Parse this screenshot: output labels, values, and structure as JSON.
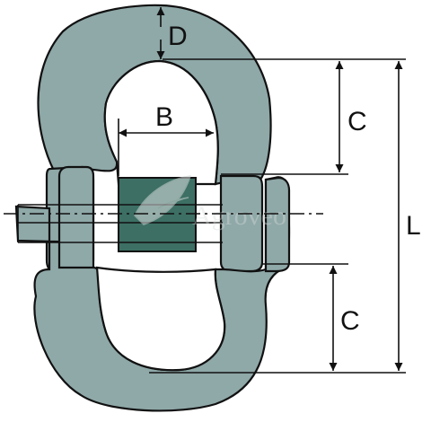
{
  "diagram": {
    "labels": {
      "d": "D",
      "b": "B",
      "c_upper": "C",
      "c_lower": "C",
      "l": "L"
    },
    "watermark": "Agroveo"
  },
  "colors": {
    "metal": "#8fa8a8",
    "bushing": "#3d6f64",
    "outline": "#111111",
    "background": "#ffffff"
  }
}
